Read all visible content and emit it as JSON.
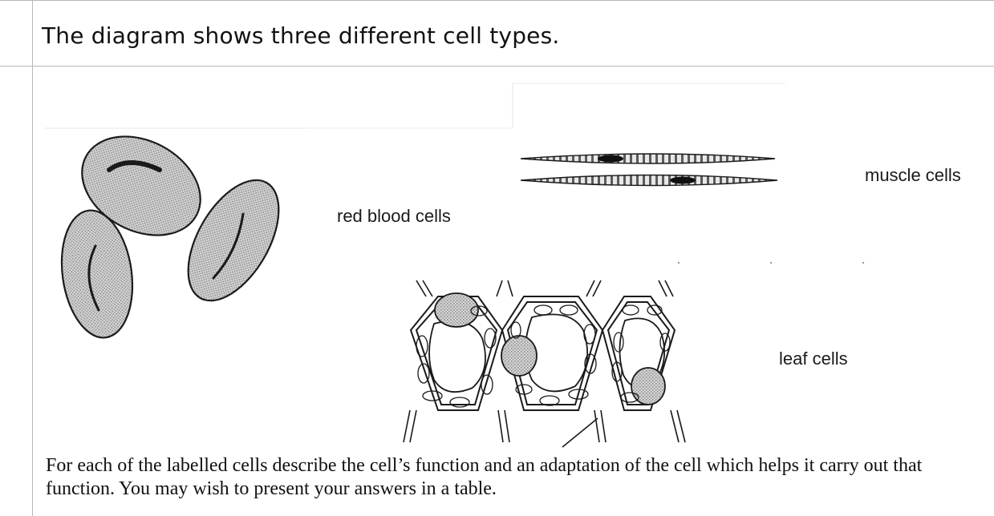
{
  "question": {
    "title": "The diagram shows three different cell types.",
    "labels": {
      "red_blood_cells": "red blood cells",
      "muscle_cells": "muscle cells",
      "leaf_cells": "leaf cells"
    },
    "instructions": "For each of the labelled cells describe the cell’s function and an adaptation of the cell which helps it carry out that function.  You may wish to present your answers in a table."
  },
  "colors": {
    "rule": "#b7b7b7",
    "cell_fill": "#d2d2d2",
    "ink": "#1a1a1a"
  },
  "icons": [
    "red-blood-cells-drawing",
    "muscle-cells-drawing",
    "leaf-cells-drawing"
  ]
}
